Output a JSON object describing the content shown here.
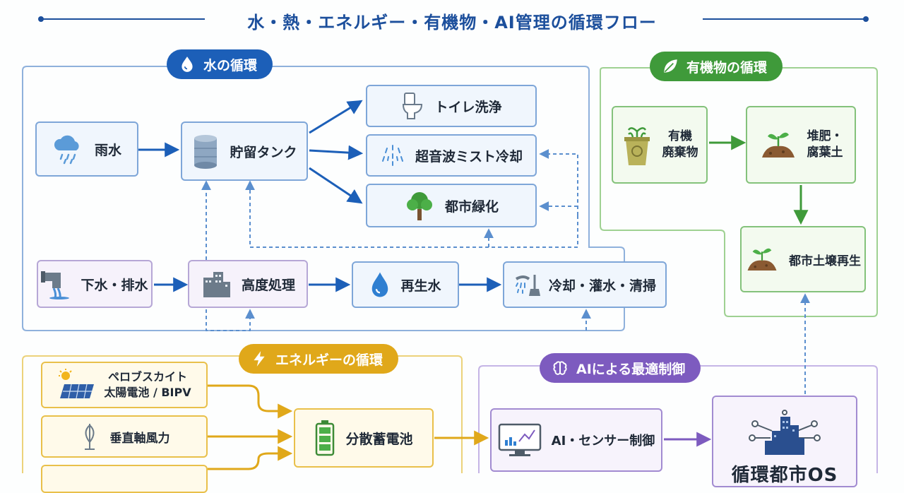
{
  "title": "水・熱・エネルギー・有機物・AI管理の循環フロー",
  "colors": {
    "water": "#1c5fb8",
    "organic": "#3f9a3a",
    "energy": "#e0a81a",
    "ai": "#7d5bbf",
    "title": "#1c4f9c"
  },
  "sections": {
    "water": "水の循環",
    "organic": "有機物の循環",
    "energy": "エネルギーの循環",
    "ai": "AIによる最適制御"
  },
  "nodes": {
    "rain": "雨水",
    "tank": "貯留タンク",
    "toilet": "トイレ洗浄",
    "mist": "超音波ミスト冷却",
    "green": "都市緑化",
    "sewage": "下水・排水",
    "treatment": "高度処理",
    "reclaimed": "再生水",
    "cooling": "冷却・灌水・清掃",
    "organic_waste": [
      "有機",
      "廃棄物"
    ],
    "compost": [
      "堆肥・",
      "腐葉土"
    ],
    "soil": "都市土壌再生",
    "solar": [
      "ペロブスカイト",
      "太陽電池 / BIPV"
    ],
    "wind": "垂直軸風力",
    "battery": "分散蓄電池",
    "sensor": "AI・センサー制御",
    "cityos": "循環都市OS"
  },
  "icons": {
    "water_section": "water-drop-icon",
    "organic_section": "leaf-icon",
    "energy_section": "lightning-icon",
    "ai_section": "brain-icon",
    "rain": "rain-cloud-icon",
    "tank": "storage-tank-icon",
    "toilet": "toilet-icon",
    "mist": "mist-spray-icon",
    "green": "tree-icon",
    "sewage": "drain-pipe-icon",
    "treatment": "building-icon",
    "reclaimed": "water-drop-icon",
    "cooling": "sprinkler-icon",
    "organic_waste": "compost-bin-icon",
    "compost": "sprout-soil-icon",
    "soil": "sprout-soil-icon",
    "solar": "solar-panel-icon",
    "wind": "wind-turbine-icon",
    "battery": "battery-icon",
    "sensor": "monitor-chart-icon",
    "cityos": "smart-city-icon"
  }
}
